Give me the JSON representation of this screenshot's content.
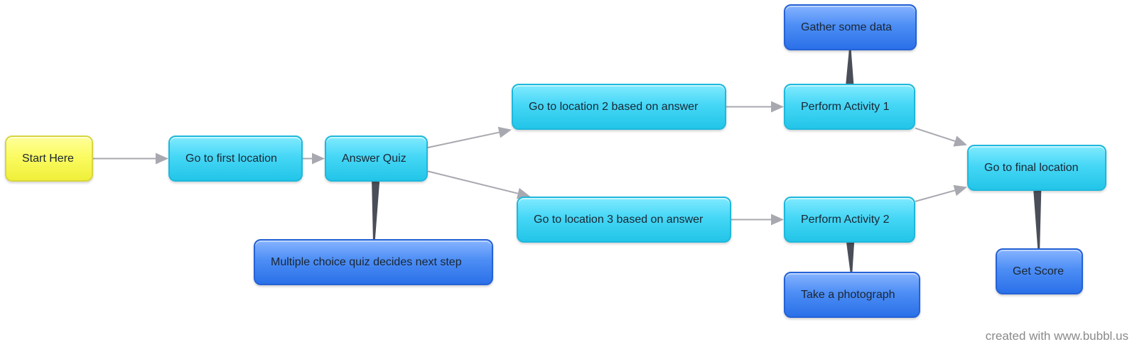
{
  "nodes": {
    "start": "Start Here",
    "first_location": "Go to first location",
    "answer_quiz": "Answer Quiz",
    "quiz_note": "Multiple choice quiz decides next step",
    "location2": "Go to location 2 based on answer",
    "location3": "Go to location 3 based on answer",
    "activity1": "Perform Activity 1",
    "activity2": "Perform Activity 2",
    "gather_data": "Gather some data",
    "take_photo": "Take a photograph",
    "final_location": "Go to final location",
    "get_score": "Get Score"
  },
  "edges": [
    {
      "from": "start",
      "to": "first_location",
      "type": "arrow"
    },
    {
      "from": "first_location",
      "to": "answer_quiz",
      "type": "arrow"
    },
    {
      "from": "answer_quiz",
      "to": "location2",
      "type": "arrow"
    },
    {
      "from": "answer_quiz",
      "to": "location3",
      "type": "arrow"
    },
    {
      "from": "location2",
      "to": "activity1",
      "type": "arrow"
    },
    {
      "from": "location3",
      "to": "activity2",
      "type": "arrow"
    },
    {
      "from": "activity1",
      "to": "final_location",
      "type": "arrow"
    },
    {
      "from": "activity2",
      "to": "final_location",
      "type": "arrow"
    },
    {
      "from": "answer_quiz",
      "to": "quiz_note",
      "type": "attach"
    },
    {
      "from": "activity1",
      "to": "gather_data",
      "type": "attach"
    },
    {
      "from": "activity2",
      "to": "take_photo",
      "type": "attach"
    },
    {
      "from": "final_location",
      "to": "get_score",
      "type": "attach"
    }
  ],
  "colors": {
    "main_step": "#46d7f6",
    "start_step": "#fbfb62",
    "note_step": "#4d8ef5",
    "arrow": "#a8a8b0",
    "attach": "#4a4e58"
  },
  "credit": "created with www.bubbl.us"
}
